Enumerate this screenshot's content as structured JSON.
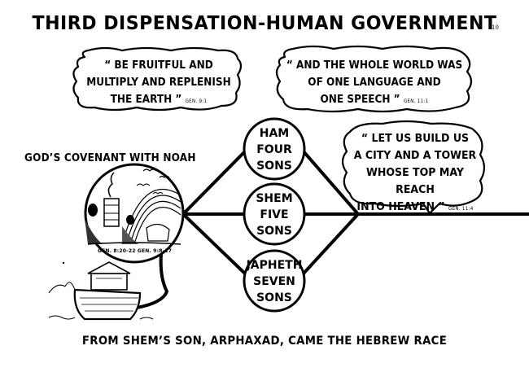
{
  "title": "THIRD DISPENSATION-HUMAN GOVERNMENT",
  "page_number": "10",
  "cloud_left": {
    "line1": "“ BE FRUITFUL AND",
    "line2": "MULTIPLY AND REPLENISH",
    "line3": "THE EARTH ”",
    "ref": "GEN. 9:1"
  },
  "cloud_right": {
    "line1": "“ AND THE WHOLE WORLD WAS",
    "line2": "OF ONE LANGUAGE AND",
    "line3": "ONE SPEECH ”",
    "ref": "GEN. 11:1"
  },
  "cloud_babel": {
    "line1": "“ LET US BUILD US",
    "line2": "A CITY AND A TOWER",
    "line3": "WHOSE TOP MAY REACH",
    "line4": "INTO HEAVEN ”",
    "ref": "GEN. 11:4"
  },
  "covenant_label": "GOD’S COVENANT WITH NOAH",
  "noah_refs": "GEN. 8:20-22   GEN. 9:8-17",
  "sons": [
    {
      "name": "HAM",
      "count": "FOUR",
      "unit": "SONS"
    },
    {
      "name": "SHEM",
      "count": "FIVE",
      "unit": "SONS"
    },
    {
      "name": "JAPHETH",
      "count": "SEVEN",
      "unit": "SONS"
    }
  ],
  "footer": "FROM SHEM’S SON, ARPHAXAD, CAME THE HEBREW RACE"
}
